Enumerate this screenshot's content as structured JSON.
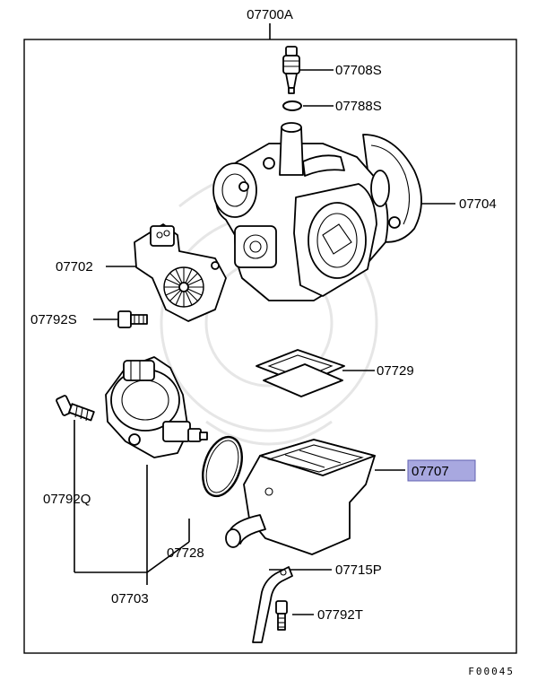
{
  "diagram": {
    "frame_label": "07700A",
    "figure_id": "F00045",
    "highlight_color": "#a8a8e0",
    "highlighted_part": "07707",
    "parts": {
      "p07708S": "07708S",
      "p07788S": "07788S",
      "p07704": "07704",
      "p07702": "07702",
      "p07792S": "07792S",
      "p07729": "07729",
      "p07707": "07707",
      "p07792Q": "07792Q",
      "p07728": "07728",
      "p07715P": "07715P",
      "p07703": "07703",
      "p07792T": "07792T"
    }
  }
}
